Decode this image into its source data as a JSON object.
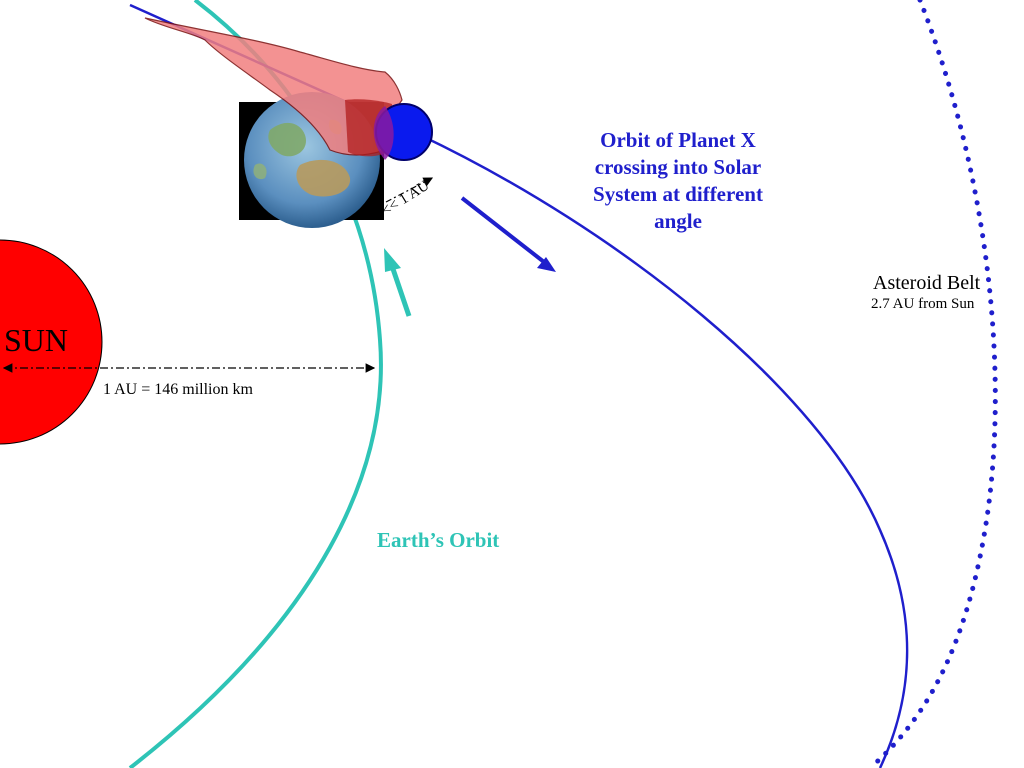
{
  "sun": {
    "label": "SUN",
    "color": "#ff0000"
  },
  "distance": {
    "label": "1 AU = 146 million km"
  },
  "earth_orbit": {
    "label": "Earth’s Orbit",
    "color": "#2ec4b6"
  },
  "planet_x_orbit": {
    "label": "Orbit of Planet X crossing into Solar System at different angle",
    "color": "#1f1fcc"
  },
  "asteroid_belt": {
    "name": "Asteroid Belt",
    "distance": "2.7 AU from Sun",
    "color": "#1f1fcc"
  },
  "near_pass": {
    "label": "<< 1 AU"
  },
  "planet_x": {
    "color": "#0a1aee",
    "tail_color": "#f28080"
  },
  "earth_image": {
    "description_icon": "earth-globe-icon"
  }
}
